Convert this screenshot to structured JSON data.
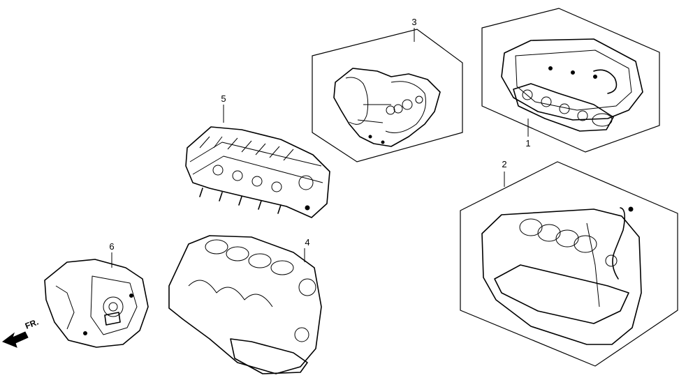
{
  "parts": [
    {
      "id": "head-gasket-kit",
      "label": "1"
    },
    {
      "id": "block-gasket-kit",
      "label": "2"
    },
    {
      "id": "transmission-gasket-kit",
      "label": "3"
    },
    {
      "id": "engine-block",
      "label": "4"
    },
    {
      "id": "cylinder-head",
      "label": "5"
    },
    {
      "id": "transmission",
      "label": "6"
    }
  ],
  "direction_marker": "FR."
}
